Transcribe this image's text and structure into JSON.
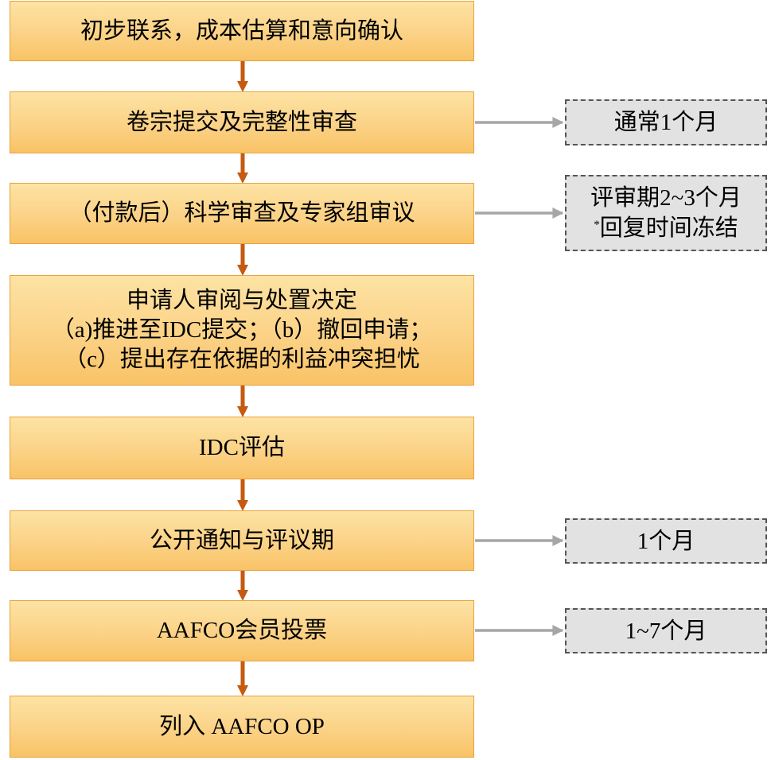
{
  "colors": {
    "box_fill": "#fbd286",
    "box_border": "#e8a33d",
    "down_arrow": "#c55a11",
    "side_arrow": "#a6a6a6",
    "note_fill": "#e2e2e2",
    "note_border": "#555555"
  },
  "steps": [
    {
      "lines": [
        "初步联系，成本估算和意向确认"
      ]
    },
    {
      "lines": [
        "卷宗提交及完整性审查"
      ]
    },
    {
      "lines": [
        "（付款后）科学审查及专家组审议"
      ]
    },
    {
      "lines": [
        "申请人审阅与处置决定",
        "（a)推进至IDC提交；（b）撤回申请；",
        "（c）提出存在依据的利益冲突担忧"
      ]
    },
    {
      "lines": [
        "IDC评估"
      ]
    },
    {
      "lines": [
        "公开通知与评议期"
      ]
    },
    {
      "lines": [
        "AAFCO会员投票"
      ]
    },
    {
      "lines": [
        "列入 AAFCO OP"
      ]
    }
  ],
  "notes": [
    {
      "step": 1,
      "line1": "通常1个月"
    },
    {
      "step": 2,
      "line1": "评审期2~3个月",
      "line2_mark": "*",
      "line2": "回复时间冻结"
    },
    {
      "step": 5,
      "line1": "1个月"
    },
    {
      "step": 6,
      "line1": "1~7个月"
    }
  ]
}
